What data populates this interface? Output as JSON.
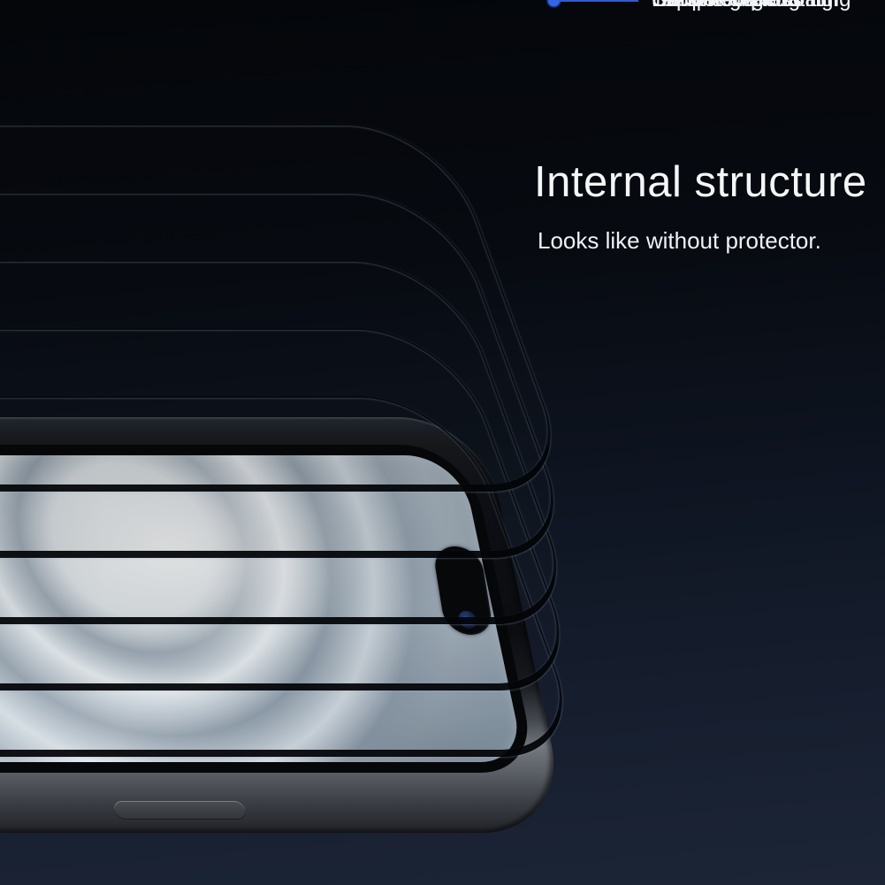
{
  "header": {
    "title": "Internal structure",
    "subtitle": "Looks like without protector."
  },
  "callouts": {
    "items": [
      {
        "label": "Oleophobic coating"
      },
      {
        "label": "Tempered glass"
      },
      {
        "label": "Explosion-proof film"
      },
      {
        "label": "HD anti-glare coating"
      },
      {
        "label": "Silicone coating"
      }
    ]
  },
  "scene": {
    "glass_layer_count": 5,
    "phone_parts": [
      "phone-body",
      "phone-bezel",
      "phone-screen-wallpaper",
      "camera-pill-cutout",
      "side-button"
    ]
  },
  "colors": {
    "accent": "#2e5cd8",
    "accent_bright": "#3565e3",
    "bg_top": "#04060a",
    "bg_bottom": "#1c2536",
    "screen_silver": "#dfe6eb",
    "text": "#f2f5f8"
  }
}
